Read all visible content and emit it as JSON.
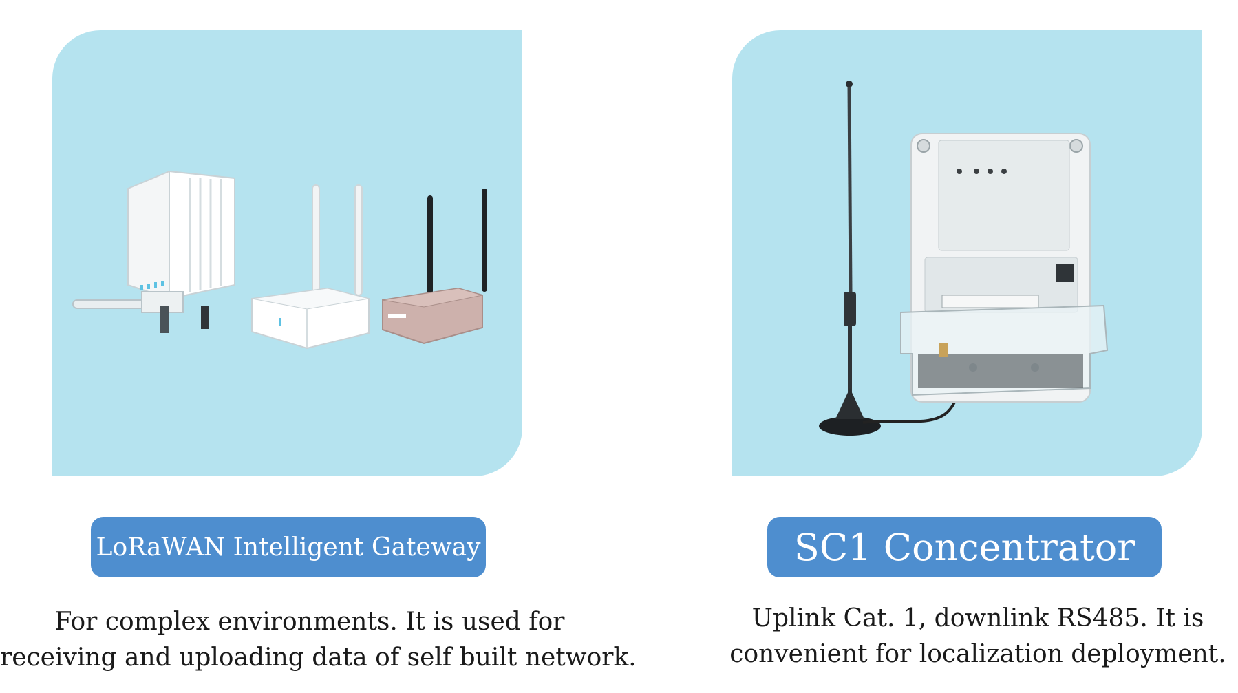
{
  "products": [
    {
      "title": "LoRaWAN Intelligent Gateway",
      "description_lines": [
        "For complex environments. It is used for",
        "receiving and uploading data of self built network."
      ]
    },
    {
      "title": "SC1 Concentrator",
      "description_lines": [
        "Uplink Cat. 1, downlink RS485. It is",
        "convenient for localization deployment."
      ]
    }
  ],
  "colors": {
    "panel_background": "#b5e3ef",
    "title_background": "#4e8ecf",
    "title_text": "#ffffff",
    "body_text": "#1a1a1a"
  }
}
